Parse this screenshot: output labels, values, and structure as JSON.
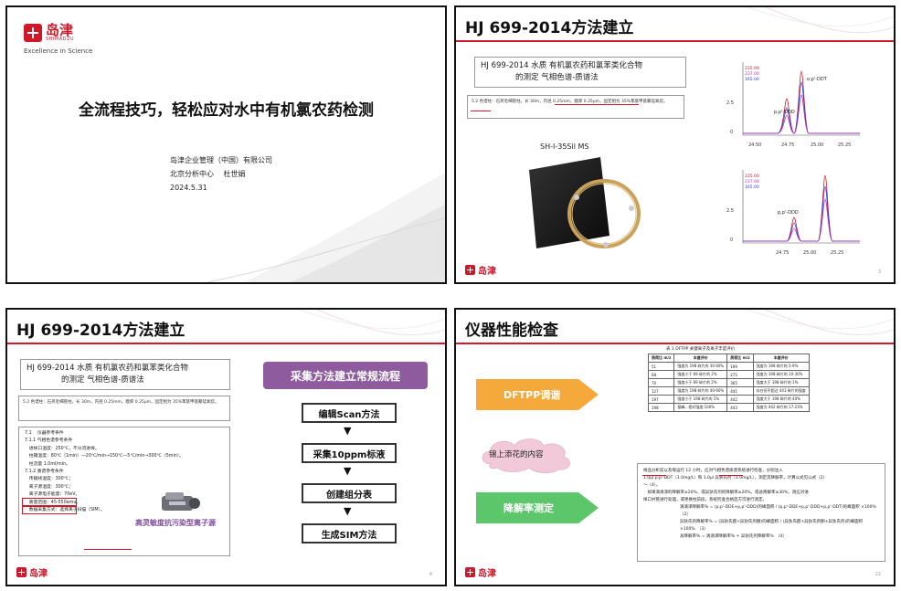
{
  "colors": {
    "brand_red": "#d0182a",
    "purple": "#8e5b9e",
    "orange": "#f5a93b",
    "green": "#5cc66a",
    "pink_cloud": "#f1c9d8"
  },
  "slide1": {
    "logo_cn": "岛津",
    "logo_en": "SHIMADZU",
    "slogan": "Excellence in Science",
    "title": "全流程技巧，轻松应对水中有机氯农药检测",
    "company": "岛津企业管理（中国）有限公司",
    "dept": "北京分析中心　 杜世娟",
    "date": "2024.5.31"
  },
  "slide2": {
    "title": "HJ 699-2014方法建立",
    "method_line1": "HJ 699-2014 水质 有机氯农药和氯苯类化合物",
    "method_line2": "的测定 气相色谱-质谱法",
    "cond_text": "5.2 色谱柱：石英毛细管柱，长 30m，内径 0.25mm，膜厚 0.25μm，固定相为 35%苯基甲基聚硅氧烷。",
    "column_name": "SH-I-35Sil MS",
    "chrom1_labels": [
      "p,p'-DDD",
      "o,p'-DDT"
    ],
    "chrom1_x": [
      "24.50",
      "24.75",
      "25.00",
      "25.25"
    ],
    "chrom2_labels": [
      "p,p'-DDD"
    ],
    "chrom2_x": [
      "24.75",
      "25.00",
      "25.25"
    ],
    "chrom_legend": [
      "235.00",
      "237.00",
      "165.00"
    ],
    "logo": "岛津",
    "page": "3"
  },
  "slide3": {
    "title": "HJ 699-2014方法建立",
    "method_line1": "HJ 699-2014 水质 有机氯农药和氯苯类化合物",
    "method_line2": "的测定 气相色谱-质谱法",
    "cond_text": "5.2 色谱柱：石英毛细管柱，长 30m，内径 0.25mm，膜厚 0.25μm，固定相为 35%苯基甲基聚硅氧烷。",
    "params": [
      "7.1 　仪器参考条件",
      "7.1.1 气相色谱参考条件",
      "　进样口温度：250℃，不分流进样。",
      "　柱箱温度：80℃（1min）—20℃/min→150℃—5℃/min→300℃（5min）。",
      "　柱流量 1.0ml/min。",
      "7.1.2 质谱参考条件",
      "　传输线温度：300℃；",
      "　离子源温度：300℃；",
      "　离子源电子能量：70eV。",
      "　质量范围：45-550amu。",
      "　数据采集方式：选择离子扫描（SIM）。"
    ],
    "source_label": "高灵敏度抗污染型离子源",
    "flow_title": "采集方法建立常规流程",
    "flow_steps": [
      "编辑Scan方法",
      "采集10ppm标液",
      "创建组分表",
      "生成SIM方法"
    ],
    "logo": "岛津",
    "page": "4"
  },
  "slide4": {
    "title": "仪器性能检查",
    "btn1": "DFTPP调谐",
    "cloud": "锦上添花的内容",
    "btn2": "降解率测定",
    "table_title": "表 1 DFTPP 关键离子及离子丰度评价",
    "table_headers": [
      "质荷比 m/z",
      "丰度评价",
      "质荷比 m/z",
      "丰度评价"
    ],
    "table_rows": [
      [
        "51",
        "强度为 198 碎片的 30-60%",
        "199",
        "强度为 198 碎片的 5-9%"
      ],
      [
        "68",
        "强度小于 69 碎片的 2%",
        "275",
        "强度为 198 碎片的 10-30%"
      ],
      [
        "70",
        "强度小于 69 碎片的 2%",
        "365",
        "强度大于 198 碎片的 1%"
      ],
      [
        "127",
        "强度为 198 碎片的 40-60%",
        "441",
        "存在但不超过 443 碎片的强度"
      ],
      [
        "197",
        "强度小于 198 碎片的 1%",
        "442",
        "强度大于 198 碎片的 40%"
      ],
      [
        "198",
        "基峰，相对强度 100%",
        "443",
        "强度为 442 碎片的 17-23%"
      ]
    ],
    "deg_lines": [
      "样品分析前以及每运行 12 小时，应对气相色谱质谱系统进行检查，分别注入",
      "1.0μl p,p'-DDT（1.0mg/L）和 1.0μl 异狄氏剂（1.0mg/L），测定其降解率，计算公式见公式（2）",
      "～（4）。",
      "　如果滴滴涕的降解率≥20%，或异狄氏剂的降解率≥20%，或总降解率≥30%，则应对进",
      "样口衬管进行处理，或更换柱前段，系统检查合格后方可进行测定。",
      "滴滴涕降解率% = (p,p'-DDE+p,p'-DDD)的峰面积 / (p,p'-DDE+p,p'-DDD+p,p'-DDT)的峰面积 ×100%　（2）",
      "异狄氏剂降解率% = (异狄氏醛+异狄氏剂酮)的峰面积 / (异狄氏醛+异狄氏剂酮+异狄氏剂)的峰面积 ×100%　（3）",
      "总降解率% = 滴滴涕降解率% + 异狄氏剂降解率%　（4）"
    ],
    "logo": "岛津",
    "page": "22"
  }
}
